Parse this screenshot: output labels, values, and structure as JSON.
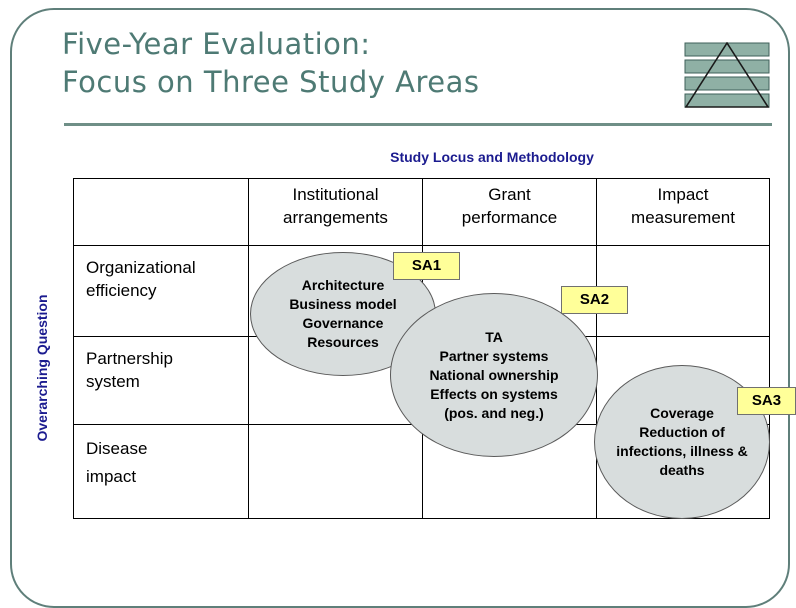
{
  "slide": {
    "title_lines": [
      "Five-Year Evaluation:",
      "Focus on Three Study Areas"
    ],
    "logo_icon": "stacked-bars-triangle-logo"
  },
  "matrix": {
    "column_axis_title": "Study Locus and Methodology",
    "row_axis_title": "Overarching Question",
    "columns": [
      [
        "Institutional",
        "arrangements"
      ],
      [
        "Grant",
        "performance"
      ],
      [
        "Impact",
        "measurement"
      ]
    ],
    "rows": [
      [
        "Organizational",
        "efficiency"
      ],
      [
        "Partnership",
        "system"
      ],
      [
        "Disease",
        "impact"
      ]
    ]
  },
  "study_areas": [
    {
      "tag": "SA1",
      "items": [
        "Architecture",
        "Business model",
        "Governance",
        "Resources"
      ]
    },
    {
      "tag": "SA2",
      "items": [
        "TA",
        "Partner systems",
        "National ownership",
        "Effects on systems",
        "(pos. and neg.)"
      ]
    },
    {
      "tag": "SA3",
      "items": [
        "Coverage",
        "Reduction of",
        "infections, illness &",
        "deaths"
      ]
    }
  ],
  "colors": {
    "title": "#4e7a74",
    "axis_titles": "#1b1b8f",
    "bubble_fill": "#d8dddd",
    "tag_fill": "#ffff99"
  }
}
